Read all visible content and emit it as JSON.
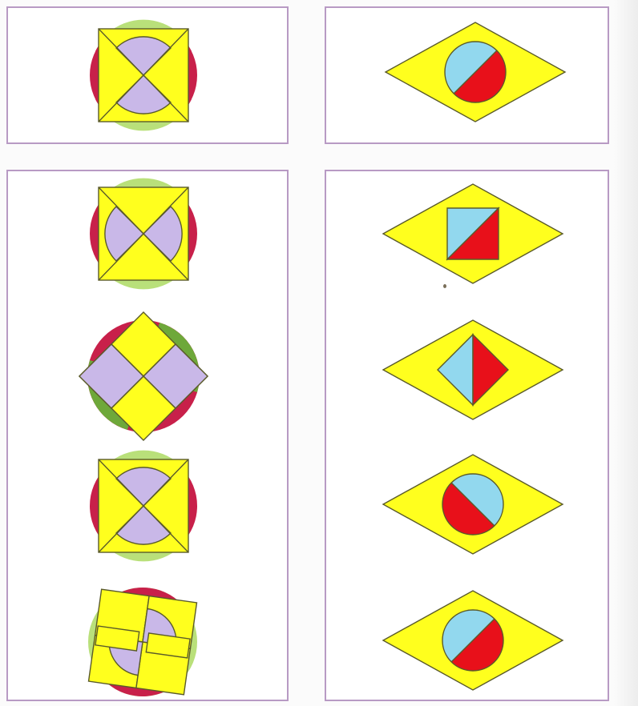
{
  "colors": {
    "yellow": "#ffff1e",
    "lavender": "#c9b8e8",
    "light_green": "#b9e07a",
    "dark_green": "#6ea83a",
    "crimson": "#c8204a",
    "light_blue": "#92d8ee",
    "red": "#e8101a",
    "panel_border": "#b89ac4",
    "outline": "#5a5a2a"
  },
  "example": {
    "left_figure": {
      "icon": "square-with-hourglass-quarters-over-circle",
      "inner_fill": "lavender",
      "circle_fill": [
        "crimson",
        "light_green"
      ]
    },
    "right_figure": {
      "icon": "rhombus-with-split-circle",
      "split_colors": [
        "light_blue",
        "red"
      ],
      "split_direction": "diagonal-lower-left-to-upper-right"
    }
  },
  "options_left": [
    {
      "icon": "square-with-bowtie-quarters-over-circle"
    },
    {
      "icon": "rotated-square-with-lavender-diamonds-over-circle"
    },
    {
      "icon": "square-with-hourglass-quarters-over-circle"
    },
    {
      "icon": "tilted-pinwheel-squares-over-circle"
    }
  ],
  "options_right": [
    {
      "icon": "rhombus-with-split-square",
      "split_colors": [
        "light_blue",
        "red"
      ]
    },
    {
      "icon": "rhombus-with-split-diamond",
      "split_colors": [
        "light_blue",
        "red"
      ]
    },
    {
      "icon": "rhombus-with-split-circle",
      "split_colors": [
        "light_blue",
        "red"
      ],
      "split_direction": "diagonal-upper-left-to-lower-right"
    },
    {
      "icon": "rhombus-with-split-circle",
      "split_colors": [
        "light_blue",
        "red"
      ],
      "split_direction": "diagonal-lower-left-to-upper-right"
    }
  ]
}
